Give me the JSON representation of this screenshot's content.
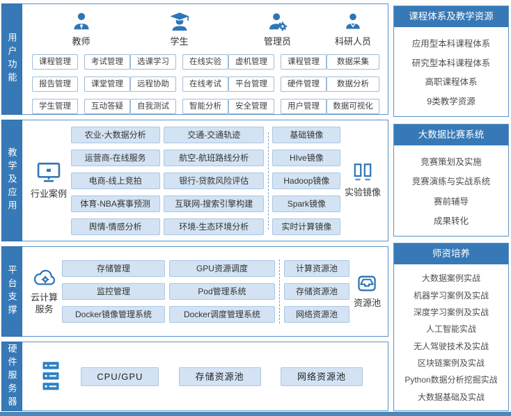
{
  "colors": {
    "accent_blue": "#3779b6",
    "box_border": "#5b94c6",
    "chip_fill": "#d3e3f3",
    "chip_border": "#a9c7e5",
    "white_chip_border": "#9cbcdc",
    "icon_blue": "#2e75b6",
    "footer_bar": "#4a87ba",
    "text_dark": "#333333"
  },
  "icons": {
    "teacher": "teacher-icon",
    "student": "student-icon",
    "admin": "admin-gear-icon",
    "researcher": "researcher-icon",
    "industry_cases": "monitor-icon",
    "experiment_images": "images-icon",
    "cloud_service": "cloud-gear-icon",
    "resource_pool": "archive-box-icon",
    "hardware": "server-icon"
  },
  "sections": {
    "users": {
      "label": "用户功能",
      "groups": [
        {
          "name": "教师",
          "buttons": [
            "课程管理",
            "考试管理",
            "报告管理",
            "课堂管理",
            "学生管理",
            "互动答疑"
          ]
        },
        {
          "name": "学生",
          "buttons": [
            "选课学习",
            "在线实验",
            "远程协助",
            "在线考试",
            "自我测试",
            "智能分析"
          ]
        },
        {
          "name": "管理员",
          "buttons": [
            "虚机管理",
            "课程管理",
            "平台管理",
            "硬件管理",
            "安全管理",
            "用户管理"
          ]
        },
        {
          "name": "科研人员",
          "buttons": [
            "数据采集",
            "数据分析",
            "数据可视化"
          ]
        }
      ]
    },
    "teaching": {
      "label": "教学及应用",
      "cases_label": "行业案例",
      "cases_col1": [
        "农业-大数据分析",
        "运营商-在线服务",
        "电商-线上竞拍",
        "体育-NBA赛事预测",
        "舆情-情感分析"
      ],
      "cases_col2": [
        "交通-交通轨迹",
        "航空-航班路线分析",
        "银行-贷款风险评估",
        "互联网-搜索引擎构建",
        "环境-生态环境分析"
      ],
      "images_col": [
        "基础镜像",
        "HIve镜像",
        "Hadoop镜像",
        "Spark镜像",
        "实时计算镜像"
      ],
      "images_label": "实验镜像"
    },
    "platform": {
      "label": "平台支撑",
      "cloud_label": "云计算\n服务",
      "col1": [
        "存储管理",
        "监控管理",
        "Docker镜像管理系统"
      ],
      "col2": [
        "GPU资源调度",
        "Pod管理系统",
        "Docker调度管理系统"
      ],
      "pools": [
        "计算资源池",
        "存储资源池",
        "网络资源池"
      ],
      "pool_label": "资源池"
    },
    "hardware": {
      "label": "硬件服务器",
      "buttons": [
        "CPU/GPU",
        "存储资源池",
        "网络资源池"
      ]
    }
  },
  "right_panels": [
    {
      "title": "课程体系及教学资源",
      "items": [
        "应用型本科课程体系",
        "研究型本科课程体系",
        "高职课程体系",
        "9类教学资源"
      ]
    },
    {
      "title": "大数据比赛系统",
      "items": [
        "竞赛策划及实施",
        "竞赛演练与实战系统",
        "赛前辅导",
        "成果转化"
      ]
    },
    {
      "title": "师资培养",
      "items": [
        "大数据案例实战",
        "机器学习案例及实战",
        "深度学习案例及实战",
        "人工智能实战",
        "无人驾驶技术及实战",
        "区块链案例及实战",
        "Python数据分析挖掘实战",
        "大数据基础及实战"
      ]
    }
  ]
}
